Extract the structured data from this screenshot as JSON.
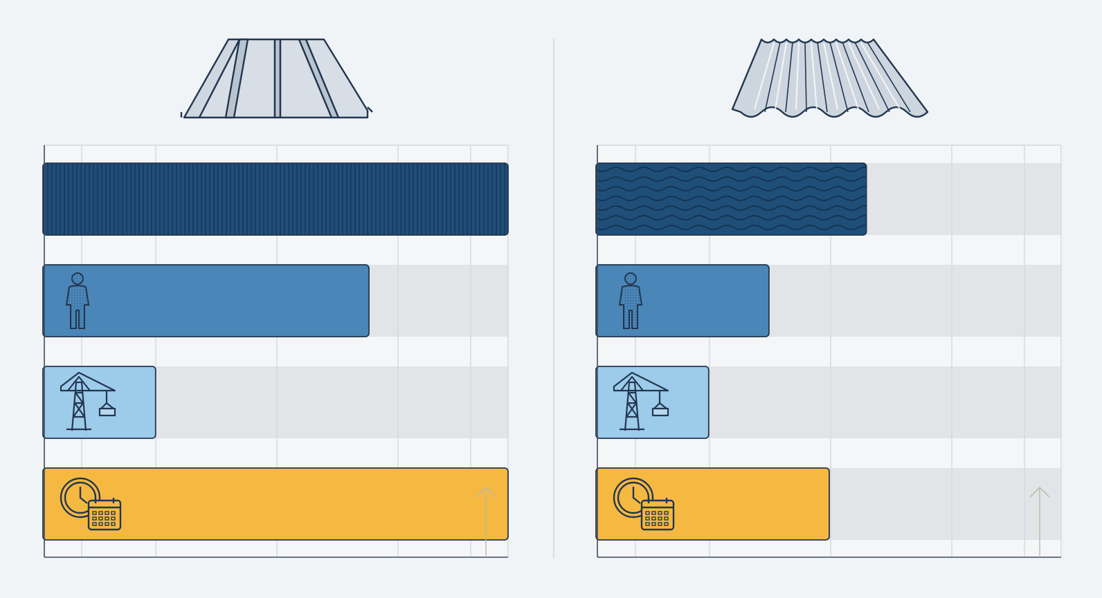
{
  "colors": {
    "background": "#f1f4f7",
    "grid": "#d4d9df",
    "track": "#e2e5e8",
    "outline": "#22364f",
    "divider": "#cfd5db",
    "series": [
      "#1f4e79",
      "#4a86b8",
      "#9dcbea",
      "#f5b942"
    ]
  },
  "icons": {
    "left_header": "standing-seam-panel-icon",
    "right_header": "corrugated-panel-icon",
    "rows": [
      "texture-pattern",
      "worker-icon",
      "crane-icon",
      "clock-calendar-icon"
    ],
    "axis_arrow": "up-arrow-icon"
  },
  "chart_data": [
    {
      "type": "bar",
      "orientation": "horizontal",
      "panel": "standing-seam",
      "title": "",
      "xlabel": "",
      "ylabel": "",
      "grid": true,
      "xlim": [
        0,
        100
      ],
      "categories": [
        "",
        "",
        "",
        ""
      ],
      "values": [
        100,
        70,
        24,
        100
      ]
    },
    {
      "type": "bar",
      "orientation": "horizontal",
      "panel": "corrugated",
      "title": "",
      "xlabel": "",
      "ylabel": "",
      "grid": true,
      "xlim": [
        0,
        100
      ],
      "categories": [
        "",
        "",
        "",
        ""
      ],
      "values": [
        58,
        37,
        24,
        50
      ]
    }
  ]
}
